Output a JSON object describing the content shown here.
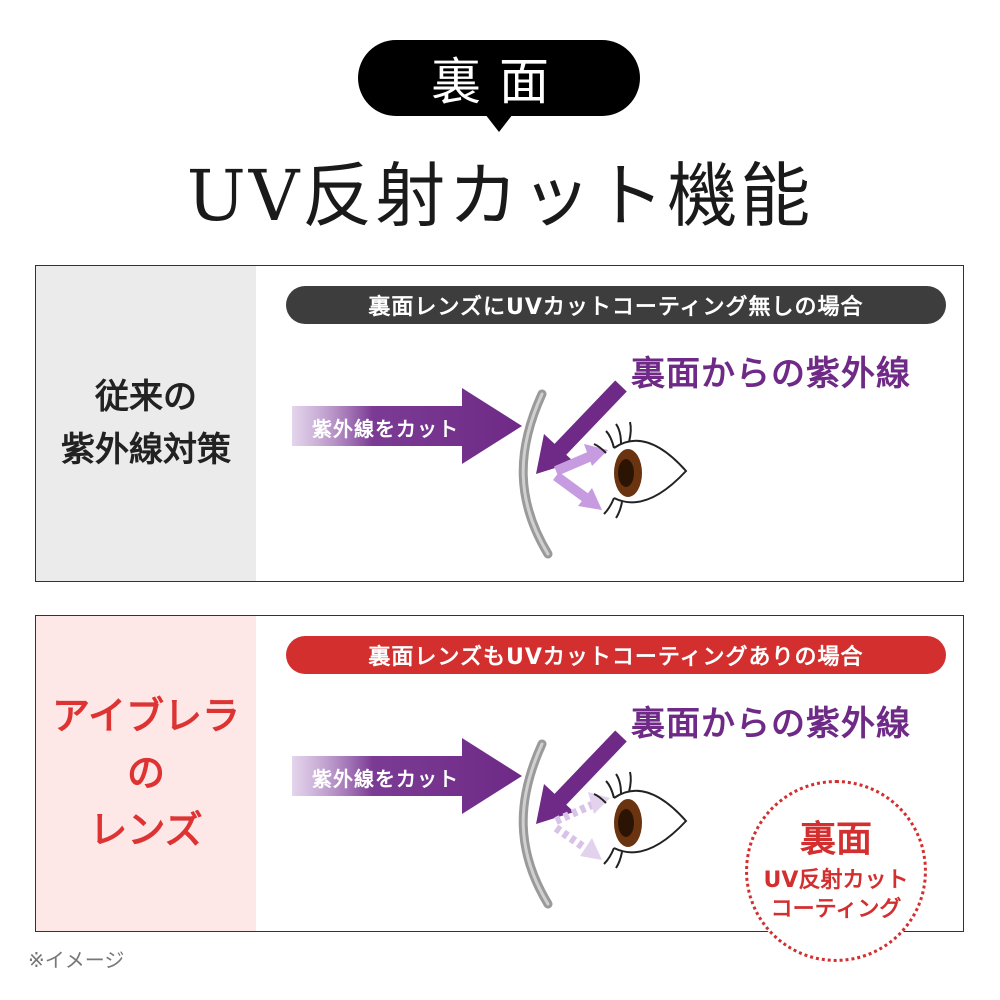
{
  "header": {
    "tag": "裏面",
    "title": "UV反射カット機能"
  },
  "panels": [
    {
      "side_lines": [
        "従来の",
        "紫外線対策"
      ],
      "pill": "裏面レンズにUVカットコーティング無しの場合",
      "uv_label": "裏面からの紫外線",
      "cut_label": "紫外線をカット"
    },
    {
      "side_lines": [
        "アイブレラ",
        "の",
        "レンズ"
      ],
      "pill": "裏面レンズもUVカットコーティングありの場合",
      "uv_label": "裏面からの紫外線",
      "cut_label": "紫外線をカット",
      "badge": {
        "line1": "裏面",
        "line2": "UV反射カット",
        "line3": "コーティング"
      }
    }
  ],
  "footnote": "※イメージ",
  "colors": {
    "purple": "#6e2a86",
    "light_purple": "#c79be0",
    "red": "#d32f2f",
    "dark_pill": "#3d3d3d"
  }
}
